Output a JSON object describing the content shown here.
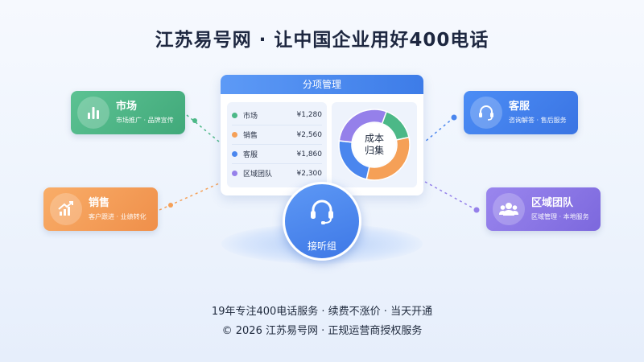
{
  "title": "江苏易号网 · 让中国企业用好400电话",
  "panel": {
    "header": "分项管理",
    "rows": [
      {
        "label": "市场",
        "value": "¥1,280",
        "color": "#4cb887"
      },
      {
        "label": "销售",
        "value": "¥2,560",
        "color": "#f5a057"
      },
      {
        "label": "客服",
        "value": "¥1,860",
        "color": "#4a86ee"
      },
      {
        "label": "区域团队",
        "value": "¥2,300",
        "color": "#9580ea"
      }
    ],
    "donut_label_line1": "成本",
    "donut_label_line2": "归集"
  },
  "cards": {
    "market": {
      "name": "市场",
      "sub": "市场推广 · 品牌宣传",
      "icon": "bar-chart-icon"
    },
    "sales": {
      "name": "销售",
      "sub": "客户跟进 · 业绩转化",
      "icon": "growth-chart-icon"
    },
    "service": {
      "name": "客服",
      "sub": "咨询解答 · 售后服务",
      "icon": "headset-icon"
    },
    "region": {
      "name": "区域团队",
      "sub": "区域管理 · 本地服务",
      "icon": "team-icon"
    }
  },
  "hub": {
    "label": "接听组",
    "icon": "headset-icon"
  },
  "footer": {
    "line1": "19年专注400电话服务 · 续费不涨价 · 当天开通",
    "line2": "© 2026 江苏易号网 · 正规运营商授权服务"
  },
  "colors": {
    "market": "#4cb887",
    "sales": "#f5a057",
    "service": "#4a86ee",
    "region": "#9580ea",
    "accent": "#3d7ce8"
  }
}
